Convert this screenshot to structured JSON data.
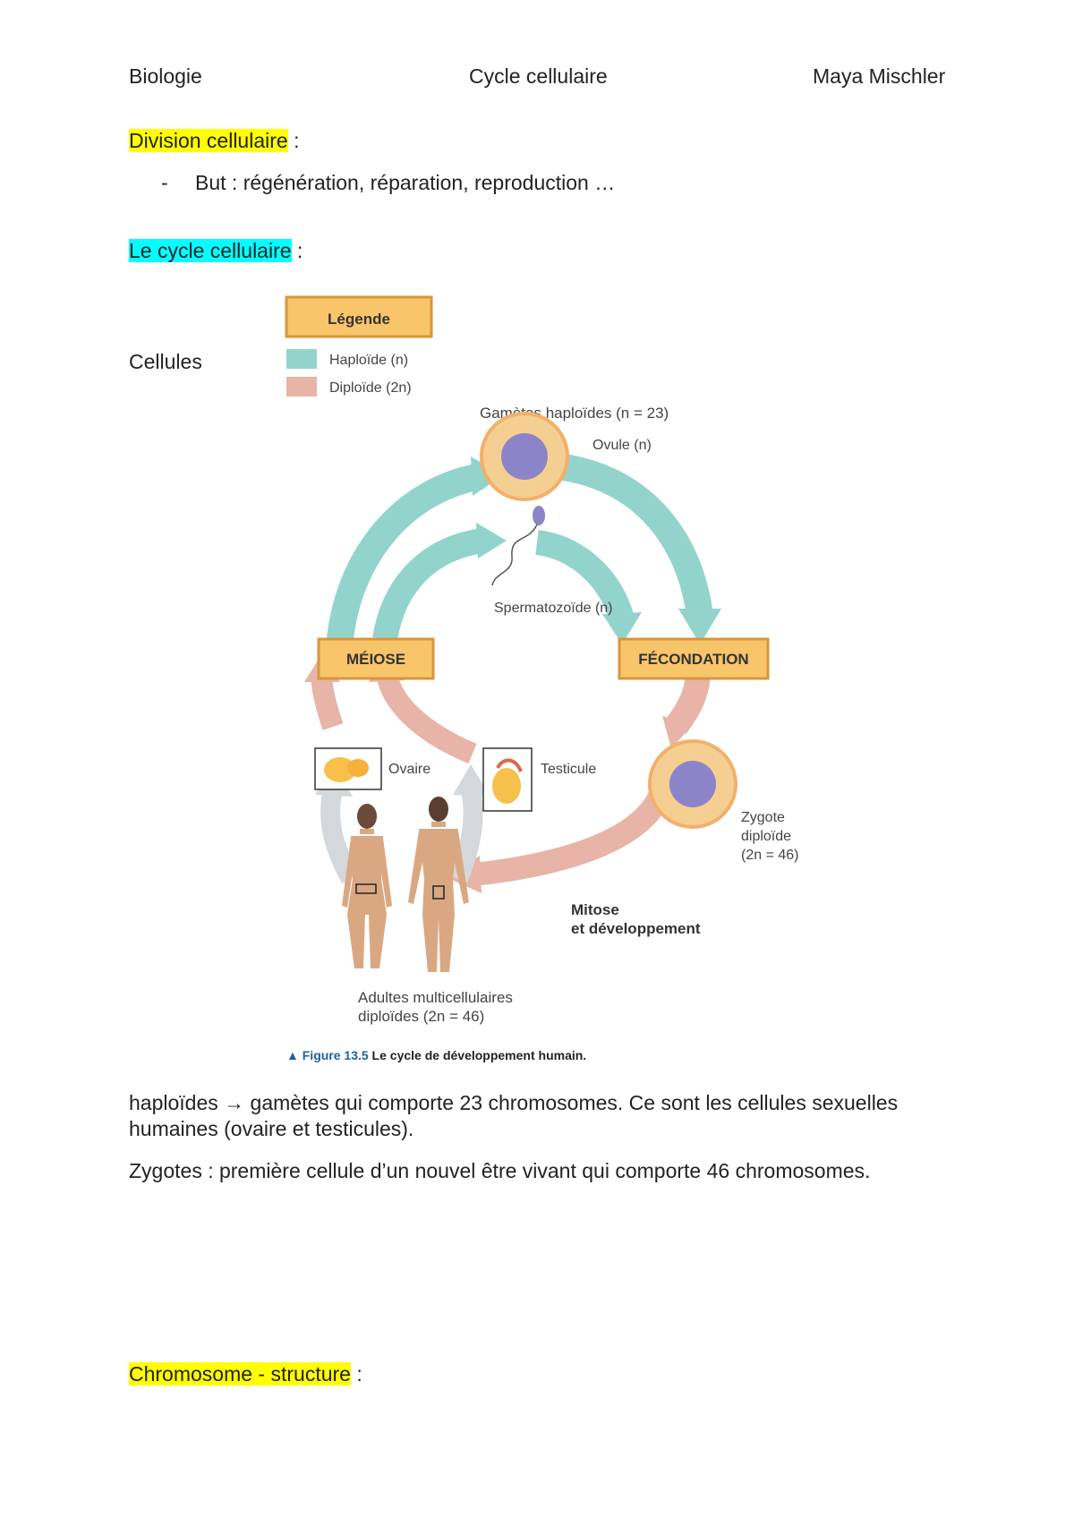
{
  "header": {
    "left": "Biologie",
    "center": "Cycle cellulaire",
    "right": "Maya Mischler"
  },
  "section1": {
    "title": "Division cellulaire",
    "suffix": " :",
    "bullet_dash": "-",
    "bullet": "But : régénération, réparation, reproduction …"
  },
  "section2": {
    "title": "Le cycle cellulaire",
    "suffix": " :",
    "side_label": "Cellules"
  },
  "figure": {
    "legend_title": "Légende",
    "legend_haploid": "Haploïde (n)",
    "legend_diploid": "Diploïde (2n)",
    "gametes_label": "Gamètes haploïdes (n = 23)",
    "ovule_label": "Ovule (n)",
    "sperm_label": "Spermatozoïde (n)",
    "meiose": "MÉIOSE",
    "fecondation": "FÉCONDATION",
    "ovaire_label": "Ovaire",
    "testicule_label": "Testicule",
    "zygote_line1": "Zygote",
    "zygote_line2": "diploïde",
    "zygote_line3": "(2n = 46)",
    "mitose_line1": "Mitose",
    "mitose_line2": "et développement",
    "adults_line1": "Adultes multicellulaires",
    "adults_line2": "diploïdes (2n = 46)",
    "caption_prefix": "▲ Figure 13.5",
    "caption_text": " Le cycle de développement humain.",
    "colors": {
      "haploid": "#92d4cc",
      "diploid": "#e8b4a8",
      "box_fill": "#f9c56a",
      "box_stroke": "#d9953a",
      "caption_blue": "#1f5fa8"
    }
  },
  "paragraphs": {
    "haploides_line1": "haploïdes → gamètes qui comporte 23 chromosomes. Ce sont les cellules sexuelles",
    "haploides_line2": "humaines (ovaire et testicules).",
    "zygotes": "Zygotes : première cellule d’un nouvel être vivant qui comporte 46 chromosomes."
  },
  "section3": {
    "title": "Chromosome - structure",
    "suffix": " :"
  }
}
